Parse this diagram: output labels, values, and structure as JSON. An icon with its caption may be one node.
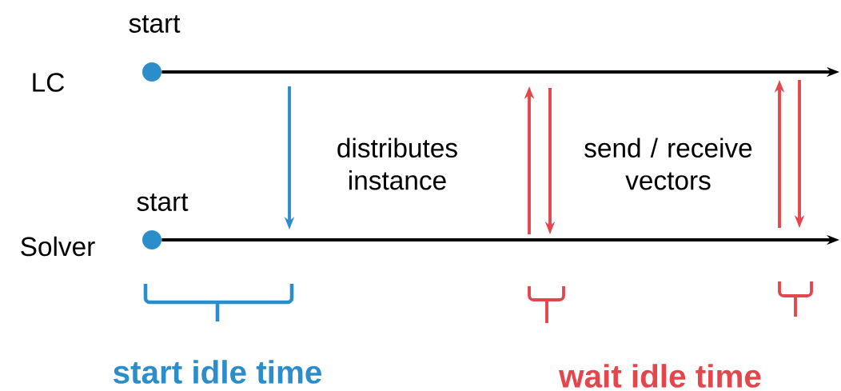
{
  "diagram": {
    "nodes": [
      {
        "text": [],
        "shape": "circle",
        "beside": [
          "start"
        ]
      },
      {
        "text": [],
        "shape": "circle",
        "beside": [
          "start"
        ]
      }
    ],
    "edges": [
      {
        "from": 0,
        "to": null,
        "arrow": "to"
      },
      {
        "from": 1,
        "to": null,
        "arrow": "to"
      }
    ],
    "labels": [
      "LC",
      "Solver",
      "distributes instance",
      "send / receive vectors",
      "start idle time",
      "wait idle time"
    ]
  }
}
